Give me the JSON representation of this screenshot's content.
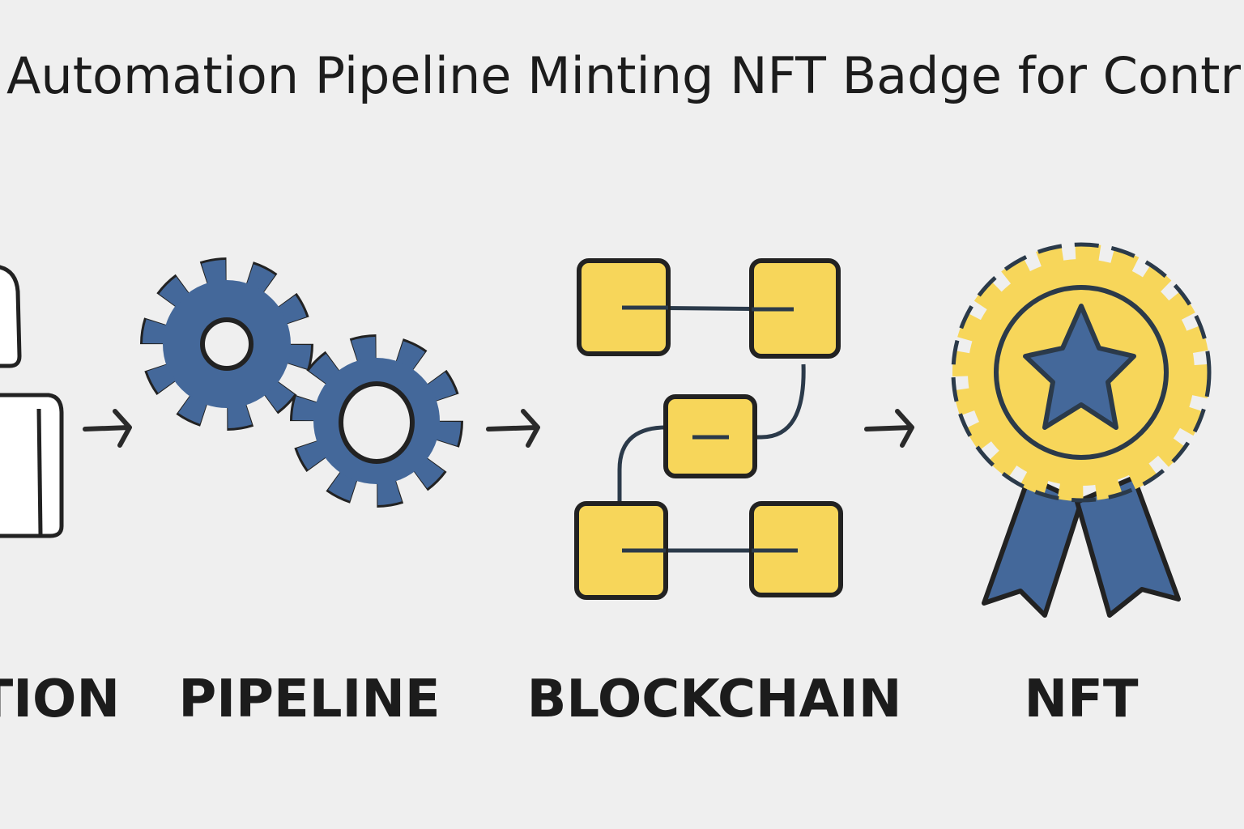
{
  "title": "Automation Pipeline Minting NFT Badge for Contribution",
  "stages": [
    {
      "label": "ATION",
      "icon": "user-icon"
    },
    {
      "label": "PIPELINE",
      "icon": "gears-icon"
    },
    {
      "label": "BLOCKCHAIN",
      "icon": "blockchain-icon"
    },
    {
      "label": "NFT",
      "icon": "badge-icon"
    }
  ],
  "colors": {
    "background": "#efefef",
    "blue": "#44689a",
    "yellow": "#f7d65a",
    "ink": "#222222"
  }
}
